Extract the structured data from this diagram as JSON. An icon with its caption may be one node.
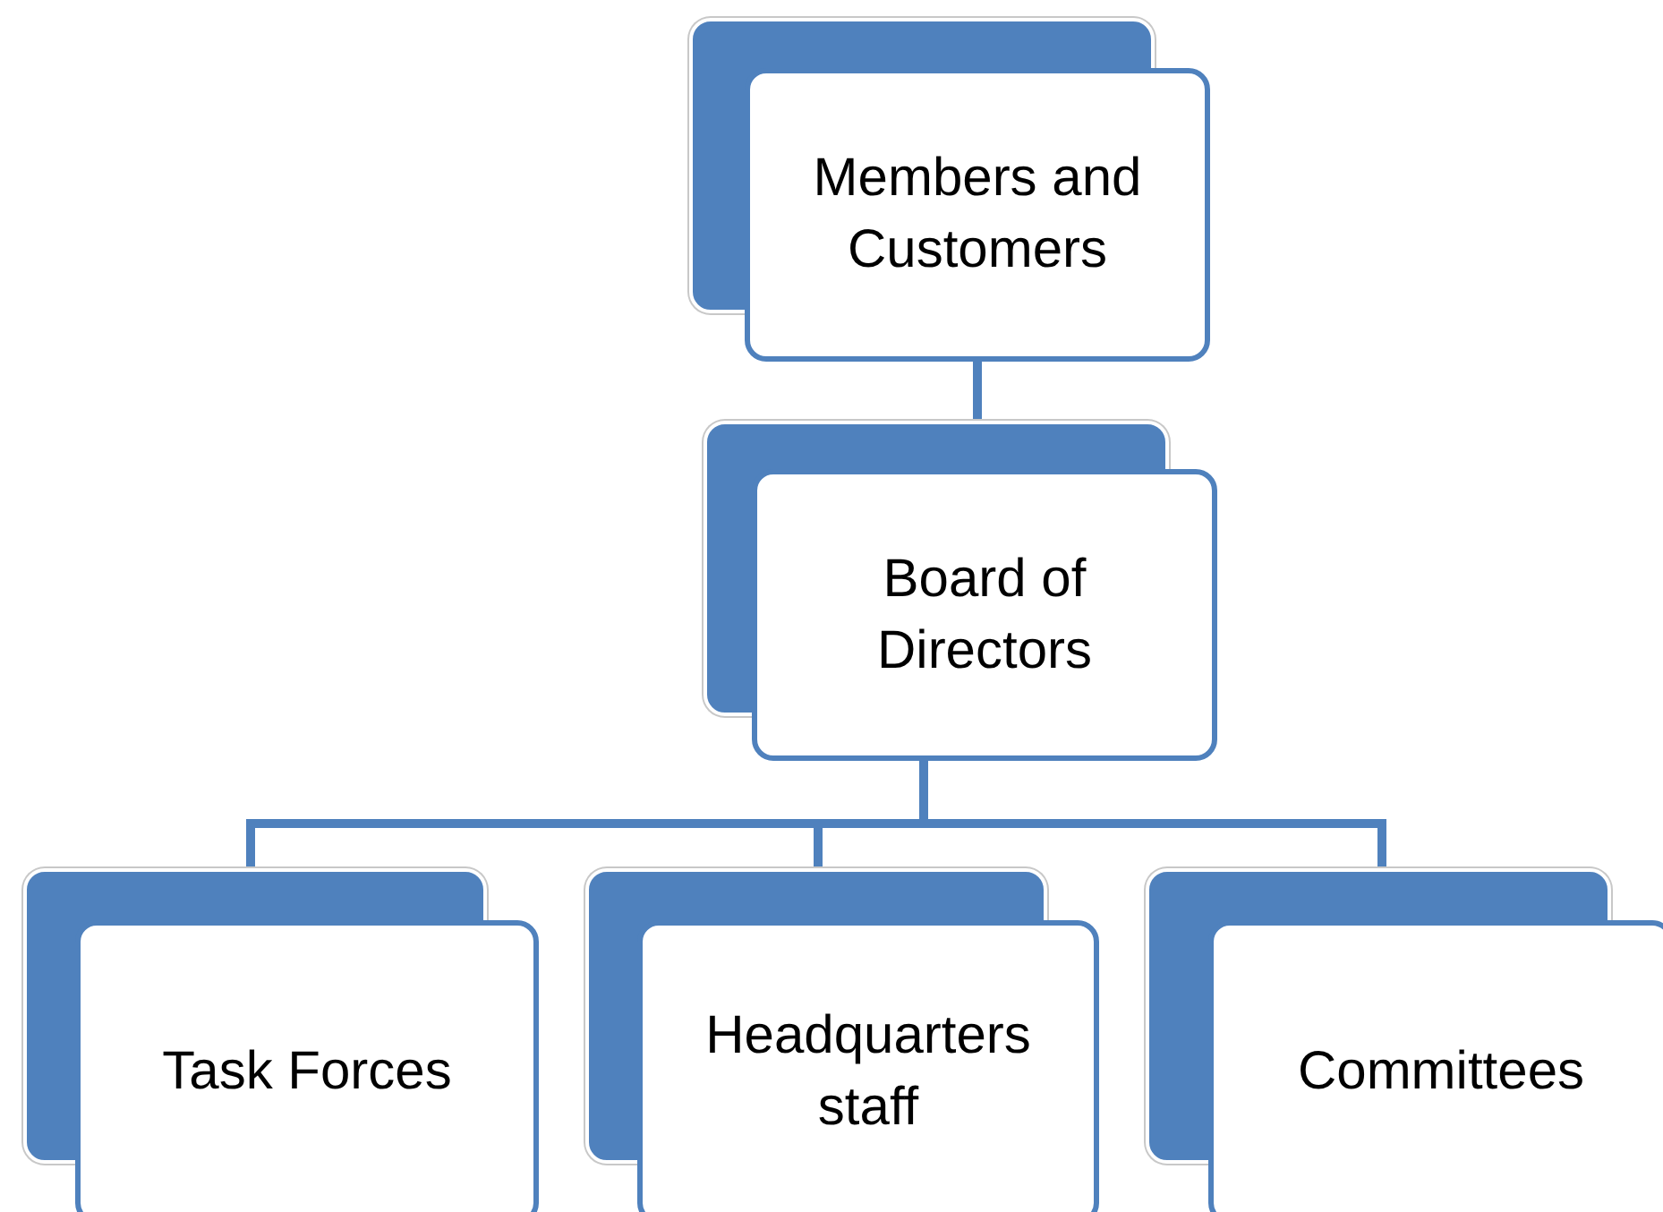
{
  "diagram": {
    "nodes": [
      {
        "text": [
          "Members and Customers"
        ]
      },
      {
        "text": [
          "Board of Directors"
        ]
      },
      {
        "text": [
          "Task Forces"
        ]
      },
      {
        "text": [
          "Headquarters staff"
        ]
      },
      {
        "text": [
          "Committees"
        ]
      }
    ],
    "edges": [
      {
        "from": 0,
        "to": 1,
        "arrow": "none"
      },
      {
        "from": 1,
        "to": 2,
        "arrow": "none"
      },
      {
        "from": 1,
        "to": 3,
        "arrow": "none"
      },
      {
        "from": 1,
        "to": 4,
        "arrow": "none"
      }
    ]
  }
}
